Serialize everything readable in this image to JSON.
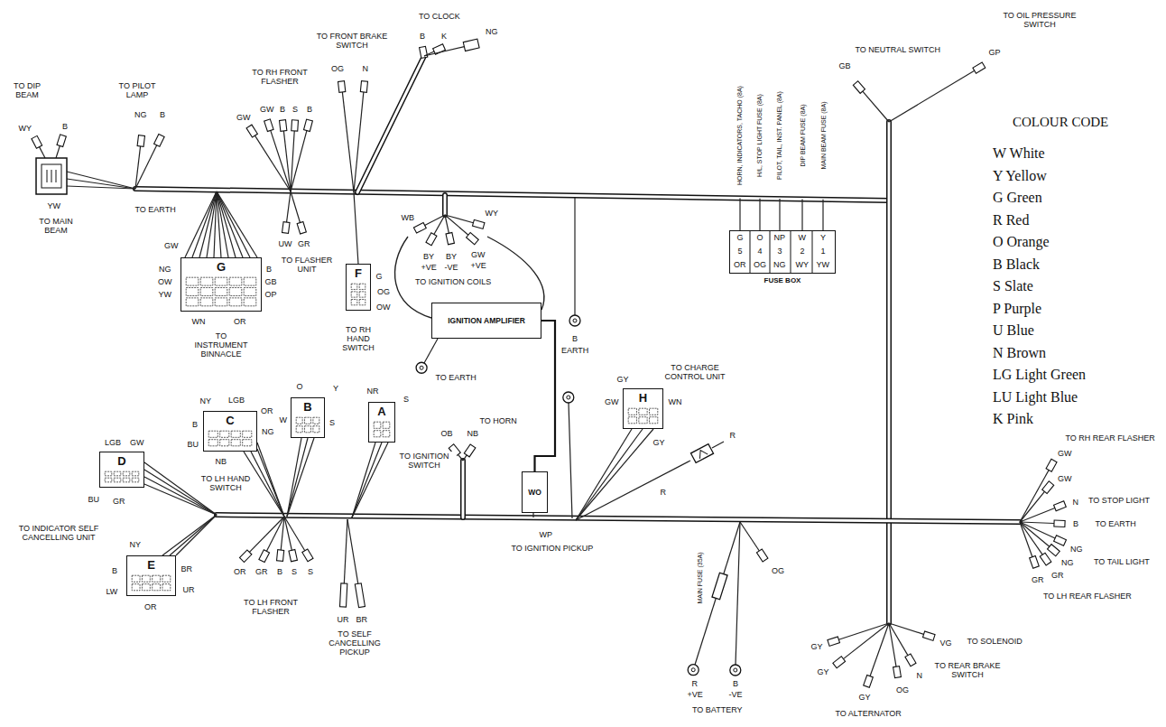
{
  "diagram": {
    "nodes": [
      {
        "text": [
          "G"
        ]
      },
      {
        "text": [
          "F"
        ]
      },
      {
        "text": [
          "IGNITION AMPLIFIER"
        ]
      },
      {
        "text": [
          "FUSE BOX"
        ]
      },
      {
        "text": [
          "C"
        ]
      },
      {
        "text": [
          "B"
        ]
      },
      {
        "text": [
          "A"
        ]
      },
      {
        "text": [
          "D"
        ]
      },
      {
        "text": [
          "H"
        ]
      },
      {
        "text": [
          "WO"
        ]
      },
      {
        "text": [
          "E"
        ]
      }
    ],
    "edges": [
      {
        "from": 2,
        "to": 9,
        "arrow": "none"
      }
    ],
    "labels": [
      "TO DIP BEAM",
      "WY",
      "B",
      "YW",
      "TO MAIN BEAM",
      "TO EARTH",
      "TO PILOT LAMP",
      "NG",
      "B",
      "TO RH FRONT FLASHER",
      "GW",
      "GW",
      "B",
      "S",
      "B",
      "UW",
      "GR",
      "TO FLASHER UNIT",
      "GW",
      "NG",
      "OW",
      "YW",
      "B",
      "GB",
      "OP",
      "WN",
      "OR",
      "TO INSTRUMENT BINNACLE",
      "TO FRONT BRAKE SWITCH",
      "OG",
      "N",
      "G",
      "OG",
      "OW",
      "TO RH HAND SWITCH",
      "TO CLOCK",
      "B",
      "K",
      "NG",
      "WB",
      "WY",
      "BY",
      "BY",
      "GW",
      "+VE",
      "-VE",
      "+VE",
      "TO IGNITION COILS",
      "TO EARTH",
      "B",
      "EARTH",
      "HORN, INDICATORS, TACHO (8A)",
      "H/L, STOP LIGHT FUSE (8A)",
      "PILOT, TAIL, INST. PANEL (8A)",
      "DIP BEAM FUSE (8A)",
      "MAIN BEAM FUSE (8A)",
      "G",
      "O",
      "NP",
      "W",
      "Y",
      "5",
      "4",
      "3",
      "2",
      "1",
      "OR",
      "OG",
      "NG",
      "WY",
      "YW",
      "TO NEUTRAL SWITCH",
      "GB",
      "TO OIL PRESSURE SWITCH",
      "GP",
      "COLOUR CODE",
      "LGB",
      "GW",
      "BU",
      "GR",
      "TO INDICATOR SELF CANCELLING UNIT",
      "NY",
      "B",
      "LW",
      "BR",
      "UR",
      "OR",
      "LGB",
      "NY",
      "OR",
      "B",
      "BU",
      "NB",
      "NG",
      "TO LH HAND SWITCH",
      "O",
      "Y",
      "W",
      "S",
      "NR",
      "S",
      "TO IGNITION SWITCH",
      "OB",
      "NB",
      "TO HORN",
      "WP",
      "TO IGNITION PICKUP",
      "GY",
      "TO CHARGE CONTROL UNIT",
      "GW",
      "WN",
      "GY",
      "R",
      "R",
      "OR",
      "GR",
      "B",
      "S",
      "S",
      "TO LH FRONT FLASHER",
      "UR",
      "BR",
      "TO SELF CANCELLING PICKUP",
      "MAIN FUSE (35A)",
      "R",
      "+VE",
      "B",
      "-VE",
      "TO BATTERY",
      "OG",
      "GY",
      "GY",
      "GY",
      "TO ALTERNATOR",
      "OG",
      "N",
      "TO REAR BRAKE SWITCH",
      "VG",
      "TO SOLENOID",
      "TO RH REAR FLASHER",
      "GW",
      "GW",
      "N",
      "TO STOP LIGHT",
      "B",
      "TO EARTH",
      "NG",
      "NG",
      "TO TAIL LIGHT",
      "GR",
      "GR",
      "TO LH REAR FLASHER"
    ],
    "legend": [
      {
        "text": "W White"
      },
      {
        "text": "Y Yellow"
      },
      {
        "text": "G Green"
      },
      {
        "text": "R Red"
      },
      {
        "text": "O Orange"
      },
      {
        "text": "B Black"
      },
      {
        "text": "S Slate"
      },
      {
        "text": "P Purple"
      },
      {
        "text": "U Blue"
      },
      {
        "text": "N Brown"
      },
      {
        "text": "LG Light Green"
      },
      {
        "text": "LU Light Blue"
      },
      {
        "text": "K Pink"
      }
    ]
  }
}
